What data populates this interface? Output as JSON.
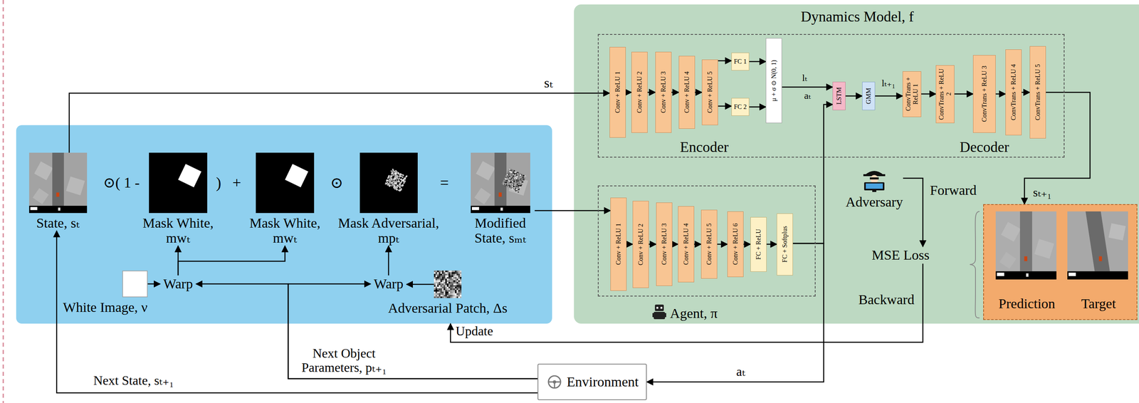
{
  "diagram": {
    "nodes": [
      {
        "text": []
      },
      {
        "text": [
          "State, sₜ"
        ],
        "in": 0
      },
      {
        "text": [
          "Mask White, mwₜ"
        ],
        "in": 0
      },
      {
        "text": [
          "Mask White, mwₜ"
        ],
        "in": 0
      },
      {
        "text": [
          "Mask Adversarial, mpₜ"
        ],
        "in": 0
      },
      {
        "text": [
          "Modified State, sₘₜ"
        ],
        "in": 0
      },
      {
        "text": [
          "White Image, ν"
        ],
        "in": 0
      },
      {
        "text": [
          "Warp"
        ],
        "in": 0
      },
      {
        "text": [
          "Warp"
        ],
        "in": 0
      },
      {
        "text": [
          "Adversarial Patch, Δs"
        ],
        "in": 0
      },
      {
        "text": [
          "Dynamics Model, f"
        ]
      },
      {
        "text": [
          "Encoder",
          "Decoder"
        ],
        "in": 10
      },
      {
        "text": [
          "Conv + ReLU 1"
        ],
        "in": 11
      },
      {
        "text": [
          "Conv + ReLU 2"
        ],
        "in": 11
      },
      {
        "text": [
          "Conv + ReLU 3"
        ],
        "in": 11
      },
      {
        "text": [
          "Conv + ReLU 4"
        ],
        "in": 11
      },
      {
        "text": [
          "Conv + ReLU 5"
        ],
        "in": 11
      },
      {
        "text": [
          "FC 1"
        ],
        "in": 11
      },
      {
        "text": [
          "FC 2"
        ],
        "in": 11
      },
      {
        "text": [
          "μ + σ ⊙ N(0, 1)"
        ],
        "in": 11
      },
      {
        "text": [
          "LSTM"
        ],
        "in": 11
      },
      {
        "text": [
          "GMM"
        ],
        "in": 11
      },
      {
        "text": [
          "ConvTrans + ReLU 1"
        ],
        "in": 11
      },
      {
        "text": [
          "ConvTrans + ReLU 2"
        ],
        "in": 11
      },
      {
        "text": [
          "ConvTrans + ReLU 3"
        ],
        "in": 11
      },
      {
        "text": [
          "ConvTrans + ReLU 4"
        ],
        "in": 11
      },
      {
        "text": [
          "ConvTrans + ReLU 5"
        ],
        "in": 11
      },
      {
        "text": [
          "Agent, π"
        ],
        "in": 10
      },
      {
        "text": [
          "Conv + ReLU 1"
        ],
        "in": 27
      },
      {
        "text": [
          "Conv + ReLU 2"
        ],
        "in": 27
      },
      {
        "text": [
          "Conv + ReLU 3"
        ],
        "in": 27
      },
      {
        "text": [
          "Conv + ReLU 4"
        ],
        "in": 27
      },
      {
        "text": [
          "Conv + ReLU 5"
        ],
        "in": 27
      },
      {
        "text": [
          "Conv + ReLU 6"
        ],
        "in": 27
      },
      {
        "text": [
          "FC + ReLU"
        ],
        "in": 27
      },
      {
        "text": [
          "FC + Softplus"
        ],
        "in": 27
      },
      {
        "text": [
          "Adversary"
        ],
        "in": 10
      },
      {
        "text": [
          "MSE Loss"
        ],
        "in": 10
      },
      {
        "text": [
          "Prediction",
          "Target"
        ],
        "in": 10
      },
      {
        "text": [
          "Environment"
        ]
      }
    ],
    "edges": [
      {
        "from": 1,
        "to": 12,
        "arrow": "to",
        "label": "sₜ"
      },
      {
        "from": 5,
        "to": 28,
        "arrow": "to"
      },
      {
        "from": 12,
        "to": 13,
        "arrow": "to"
      },
      {
        "from": 13,
        "to": 14,
        "arrow": "to"
      },
      {
        "from": 14,
        "to": 15,
        "arrow": "to"
      },
      {
        "from": 15,
        "to": 16,
        "arrow": "to"
      },
      {
        "from": 16,
        "to": 17,
        "arrow": "to"
      },
      {
        "from": 16,
        "to": 18,
        "arrow": "to"
      },
      {
        "from": 17,
        "to": 19,
        "arrow": "to"
      },
      {
        "from": 18,
        "to": 19,
        "arrow": "to"
      },
      {
        "from": 19,
        "to": 20,
        "arrow": "to",
        "label": "lₜ"
      },
      {
        "from": 20,
        "to": 21,
        "arrow": "to"
      },
      {
        "from": 21,
        "to": 22,
        "arrow": "to",
        "label": "lₜ₊₁"
      },
      {
        "from": 22,
        "to": 23,
        "arrow": "to"
      },
      {
        "from": 23,
        "to": 24,
        "arrow": "to"
      },
      {
        "from": 24,
        "to": 25,
        "arrow": "to"
      },
      {
        "from": 25,
        "to": 26,
        "arrow": "to"
      },
      {
        "from": 26,
        "to": 38,
        "arrow": "to",
        "label": "sₜ₊₁"
      },
      {
        "from": 28,
        "to": 29,
        "arrow": "to"
      },
      {
        "from": 29,
        "to": 30,
        "arrow": "to"
      },
      {
        "from": 30,
        "to": 31,
        "arrow": "to"
      },
      {
        "from": 31,
        "to": 32,
        "arrow": "to"
      },
      {
        "from": 32,
        "to": 33,
        "arrow": "to"
      },
      {
        "from": 33,
        "to": 34,
        "arrow": "to"
      },
      {
        "from": 34,
        "to": 35,
        "arrow": "to"
      },
      {
        "from": 35,
        "to": 20,
        "arrow": "to",
        "label": "aₜ"
      },
      {
        "from": 35,
        "to": 39,
        "arrow": "to",
        "label": "aₜ"
      },
      {
        "from": 39,
        "to": 1,
        "arrow": "to",
        "label": "Next State, sₜ₊₁"
      },
      {
        "from": 39,
        "to": 7,
        "arrow": "to",
        "label": "Next Object Parameters, pₜ₊₁"
      },
      {
        "from": 39,
        "to": 8,
        "arrow": "to"
      },
      {
        "from": 6,
        "to": 7,
        "arrow": "to"
      },
      {
        "from": 9,
        "to": 8,
        "arrow": "to"
      },
      {
        "from": 7,
        "to": 2,
        "arrow": "to"
      },
      {
        "from": 7,
        "to": 3,
        "arrow": "to"
      },
      {
        "from": 8,
        "to": 4,
        "arrow": "to"
      },
      {
        "from": 36,
        "to": 37,
        "arrow": "to",
        "label": "Forward"
      },
      {
        "from": 37,
        "to": 0,
        "arrow": "to",
        "label": "Backward"
      }
    ],
    "labels": [
      "⊙( 1 -",
      ")",
      "+",
      "⊙",
      "=",
      "Update"
    ]
  }
}
